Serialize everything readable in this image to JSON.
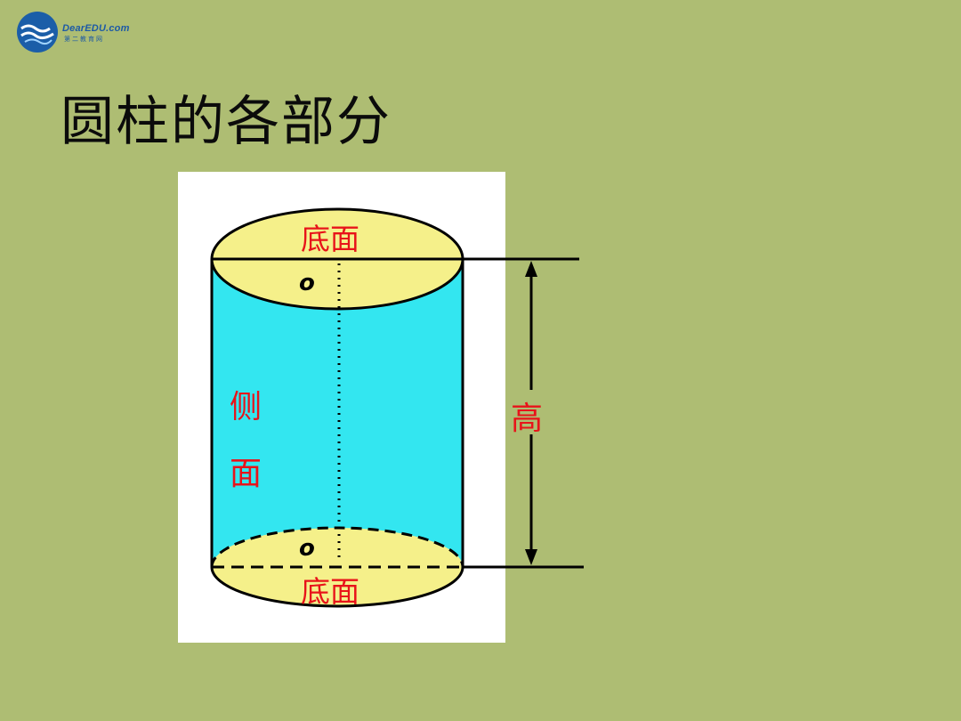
{
  "slide": {
    "title": "圆柱的各部分"
  },
  "logo": {
    "name": "DearEDU.com",
    "subtitle": "第二教育网"
  },
  "diagram": {
    "top_base_label": "底面",
    "bottom_base_label": "底面",
    "lateral_label_1": "侧",
    "lateral_label_2": "面",
    "height_label": "高",
    "top_center_mark": "o",
    "bottom_center_mark": "o"
  },
  "colors": {
    "background": "#aebd73",
    "lateral_surface": "#33e6f0",
    "base_surface": "#f5f08a",
    "label_text": "#e8131a",
    "line": "#000000"
  }
}
